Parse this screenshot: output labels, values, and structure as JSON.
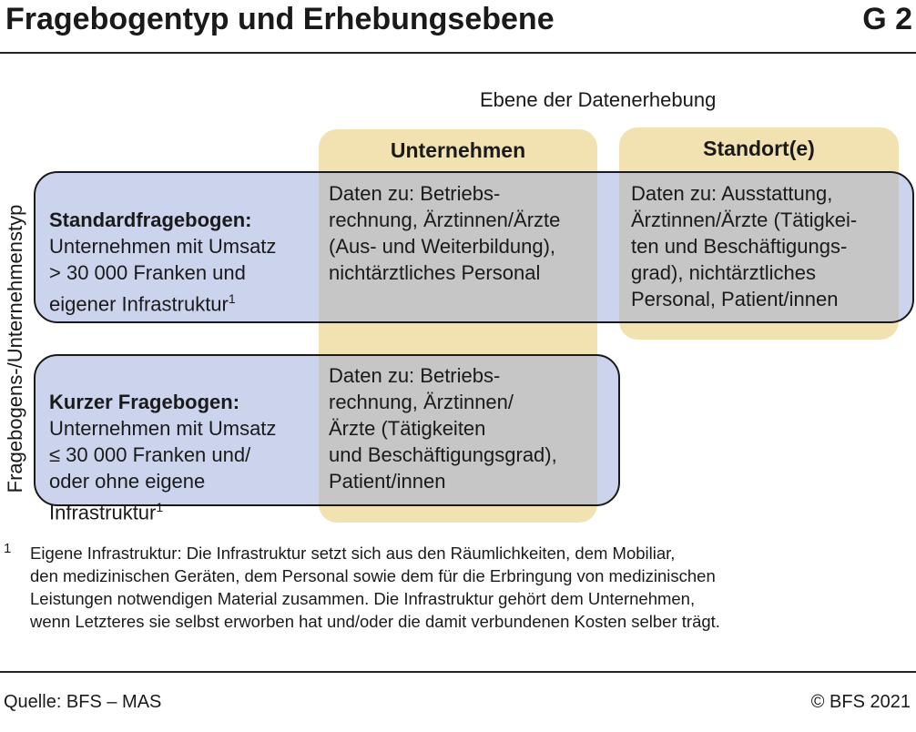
{
  "header": {
    "title": "Fragebogentyp und Erhebungsebene",
    "code": "G 2"
  },
  "diagram": {
    "column_axis_label": "Ebene der Datenerhebung",
    "row_axis_label": "Fragebogens-/Unternehmenstyp",
    "columns": [
      "Unternehmen",
      "Standort(e)"
    ],
    "rows": [
      {
        "title": "Standardfragebogen:",
        "description": "Unternehmen mit Umsatz\n> 30 000 Franken und\neigener Infrastruktur",
        "footnote_ref": "1",
        "cells": [
          "Daten zu: Betriebs-\nrechnung, Ärztinnen/Ärzte\n(Aus- und Weiterbildung),\nnichtärztliches Personal",
          "Daten zu: Ausstattung,\nÄrztinnen/Ärzte (Tätigkei-\nten und Beschäftigungs-\ngrad), nichtärztliches\nPersonal, Patient/innen"
        ]
      },
      {
        "title": "Kurzer Fragebogen:",
        "description": "Unternehmen mit Umsatz\n≤ 30 000 Franken und/\noder ohne eigene\nInfrastruktur",
        "footnote_ref": "1",
        "cells": [
          "Daten zu: Betriebs-\nrechnung, Ärztinnen/\nÄrzte (Tätigkeiten\nund Beschäftigungsgrad),\nPatient/innen"
        ]
      }
    ],
    "colors": {
      "column_fill": "#f2e2b1",
      "row_fill": "#9aaadc"
    }
  },
  "footnote": {
    "marker": "1",
    "text": "Eigene Infrastruktur: Die Infrastruktur setzt sich aus den Räumlichkeiten, dem Mobiliar,\nden medizinischen Geräten, dem Personal sowie dem für die Erbringung von medizinischen\nLeistungen notwendigen Material zusammen. Die Infrastruktur gehört dem Unternehmen,\nwenn Letzteres sie selbst erworben hat und/oder die damit verbundenen Kosten selber trägt."
  },
  "footer": {
    "source": "Quelle: BFS – MAS",
    "copyright": "© BFS 2021"
  }
}
